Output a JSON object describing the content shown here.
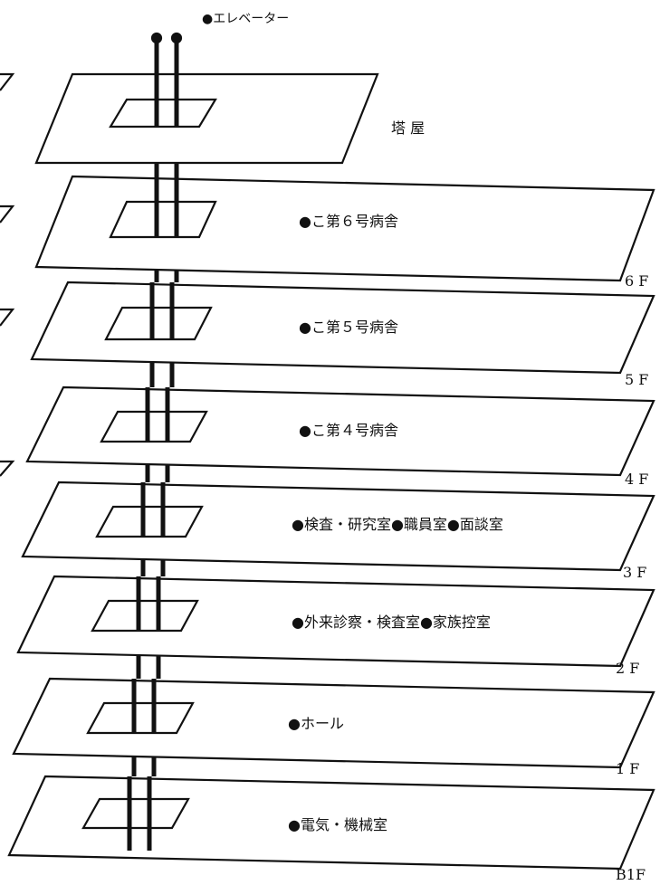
{
  "title": "●エレベーター",
  "roof_label": "塔 屋",
  "floors": [
    {
      "id": "6f",
      "floor": "6 F",
      "room": "●こ第６号病舎"
    },
    {
      "id": "5f",
      "floor": "5 F",
      "room": "●こ第５号病舎"
    },
    {
      "id": "4f",
      "floor": "4 F",
      "room": "●こ第４号病舎"
    },
    {
      "id": "3f",
      "floor": "3 F",
      "room": "●検査・研究室●職員室●面談室"
    },
    {
      "id": "2f",
      "floor": "2 F",
      "room": "●外来診察・検査室●家族控室"
    },
    {
      "id": "1f",
      "floor": "1 F",
      "room": "●ホール"
    },
    {
      "id": "b1f",
      "floor": "B1F",
      "room": "●電気・機械室"
    }
  ]
}
